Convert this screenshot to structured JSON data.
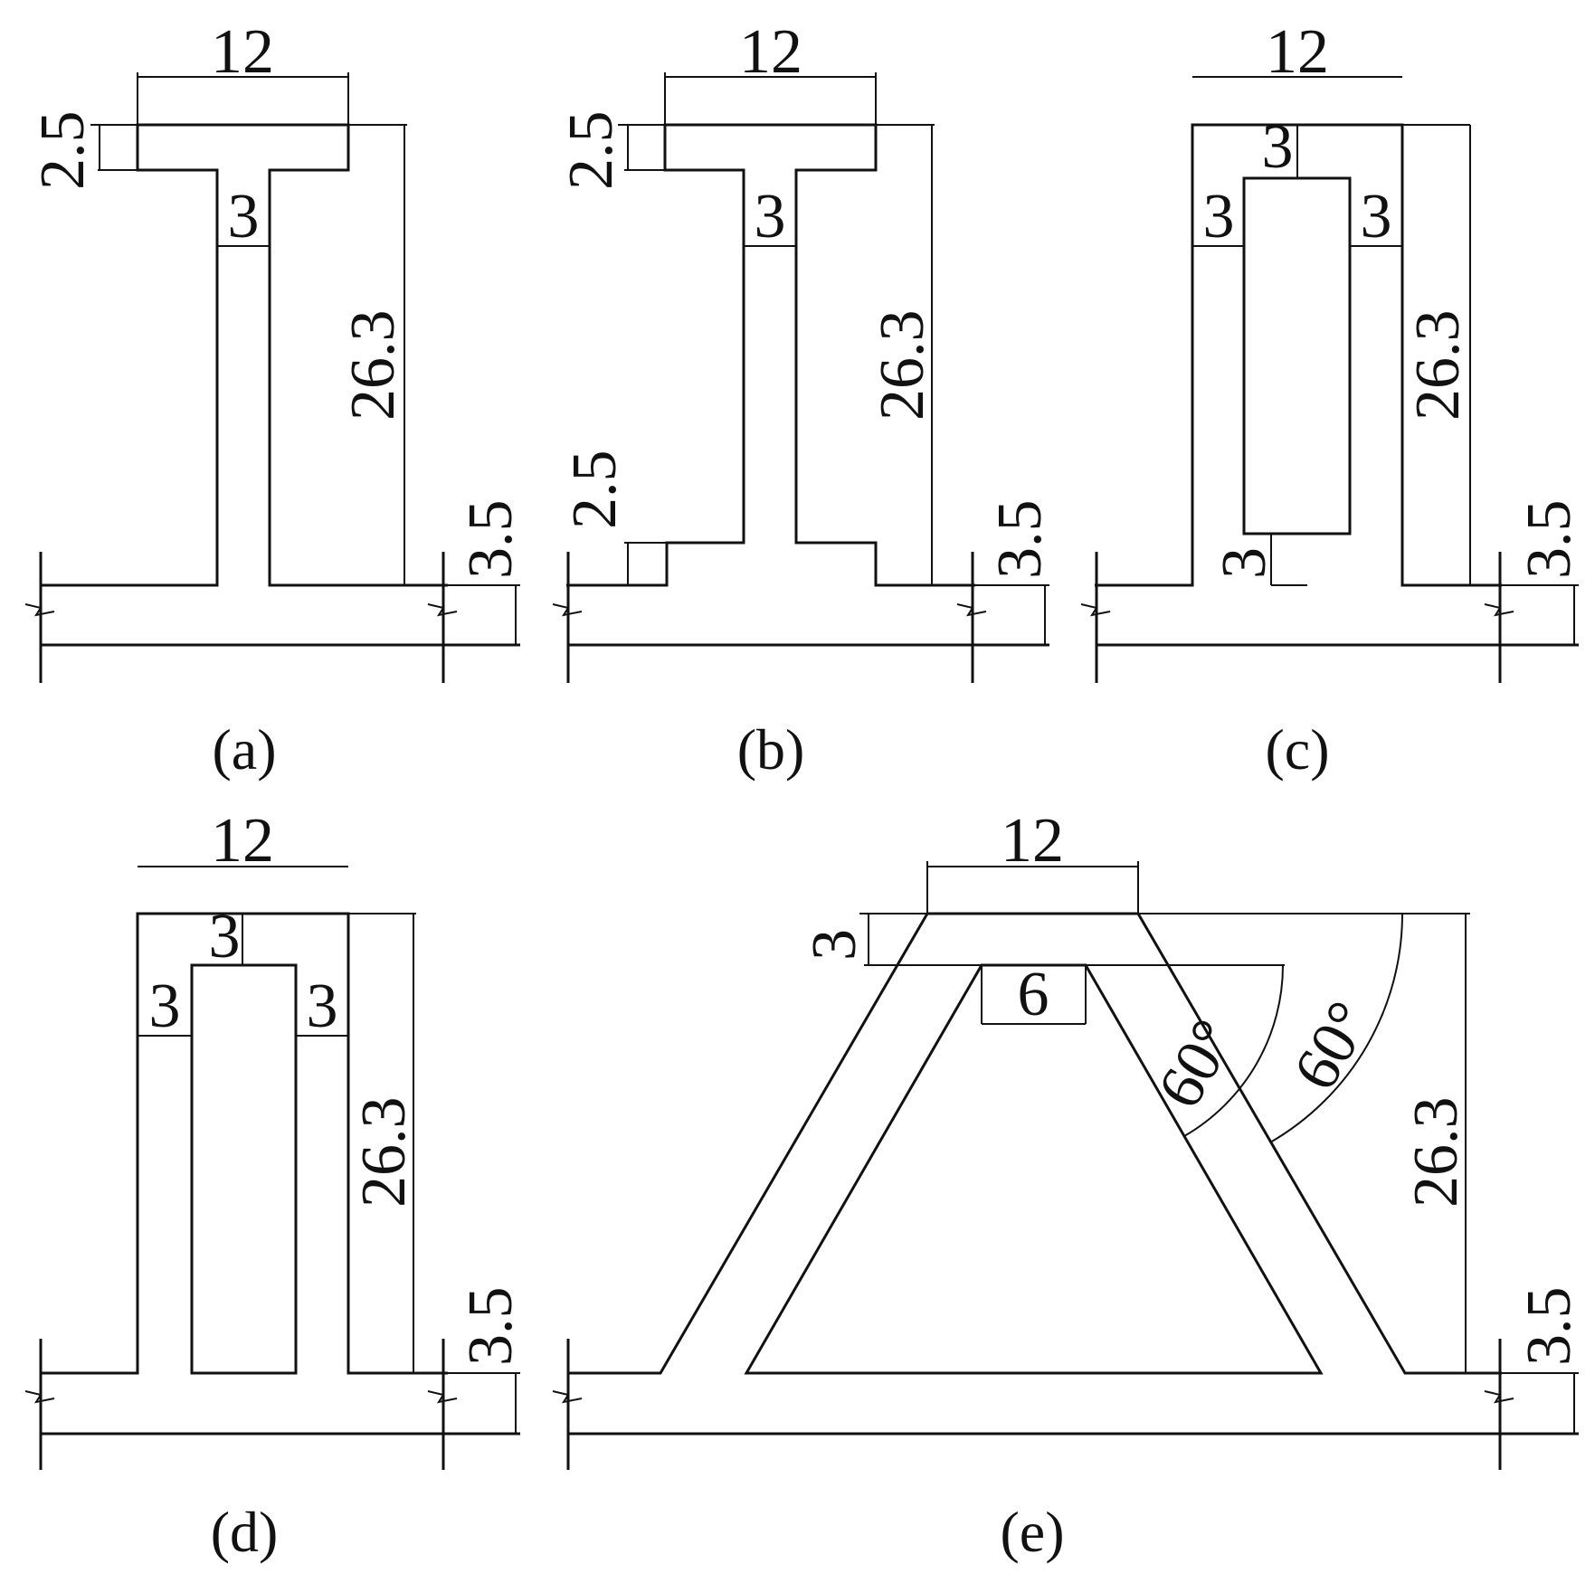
{
  "figure": {
    "panels": [
      {
        "caption": "(a)",
        "dims": {
          "top_width": "12",
          "flange_t": "2.5",
          "web_w": "3",
          "height": "26.3",
          "slab_t": "3.5"
        }
      },
      {
        "caption": "(b)",
        "dims": {
          "top_width": "12",
          "flange_t": "2.5",
          "web_w": "3",
          "height": "26.3",
          "haunch": "2.5",
          "slab_t": "3.5"
        }
      },
      {
        "caption": "(c)",
        "dims": {
          "top_width": "12",
          "top_t": "3",
          "left_w": "3",
          "right_w": "3",
          "height": "26.3",
          "bottom_gap": "3",
          "slab_t": "3.5"
        }
      },
      {
        "caption": "(d)",
        "dims": {
          "top_width": "12",
          "top_t": "3",
          "left_w": "3",
          "right_w": "3",
          "height": "26.3",
          "slab_t": "3.5"
        }
      },
      {
        "caption": "(e)",
        "dims": {
          "top_width": "12",
          "top_t": "3",
          "inner_w": "6",
          "angle1": "60°",
          "angle2": "60°",
          "height": "26.3",
          "slab_t": "3.5"
        }
      }
    ]
  }
}
